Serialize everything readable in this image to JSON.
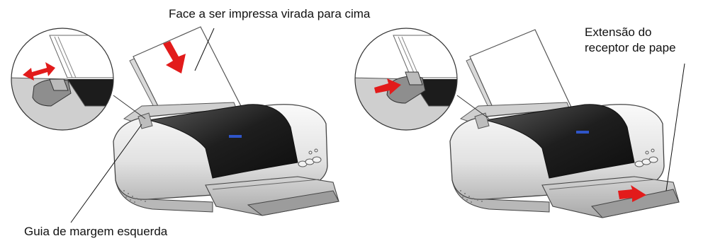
{
  "labels": {
    "face_up": "Face a ser impressa virada para cima",
    "extension_line1": "Extensão do",
    "extension_line2": "receptor de pape",
    "left_guide": "Guia de margem esquerda"
  },
  "colors": {
    "arrow_red": "#e21b1b",
    "printer_body": "#e9e9e9",
    "printer_dark": "#262626",
    "indicator_blue": "#2f55c8"
  }
}
